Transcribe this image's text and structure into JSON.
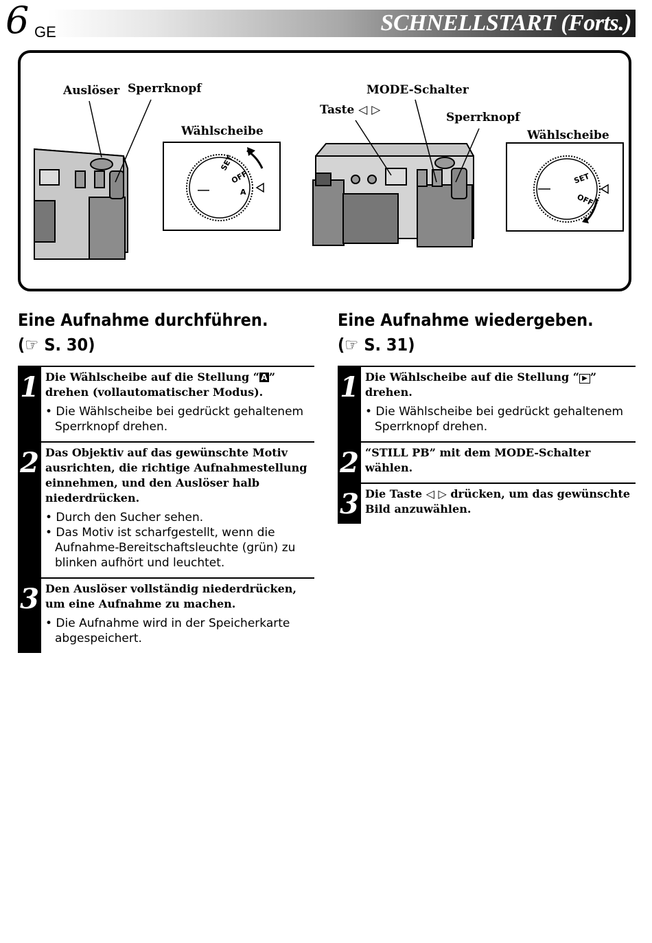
{
  "header": {
    "page_number": "6",
    "lang": "GE",
    "title": "SCHNELLSTART (Forts.)"
  },
  "diagram": {
    "labels": {
      "ausloeser": "Auslöser",
      "sperrknopf_left": "Sperrknopf",
      "waehlscheibe_left": "Wählscheibe",
      "mode_schalter": "MODE-Schalter",
      "taste": "Taste ◁ ▷",
      "sperrknopf_right": "Sperrknopf",
      "waehlscheibe_right": "Wählscheibe"
    },
    "dial_left": {
      "set": "SET",
      "off": "OFF",
      "a": "A"
    },
    "dial_right": {
      "set": "SET",
      "off": "OFF"
    }
  },
  "left": {
    "heading_line1": "Eine Aufnahme durchführen.",
    "heading_ref_icon": "☞",
    "heading_ref": "S. 30)",
    "heading_paren": "(",
    "steps": [
      {
        "num": "1",
        "title_pre": "Die Wählscheibe auf die Stellung “",
        "title_glyph": "A",
        "title_post": "” drehen (vollautomatischer Modus).",
        "bullets": [
          "• Die Wählscheibe bei gedrückt gehaltenem Sperrknopf drehen."
        ]
      },
      {
        "num": "2",
        "title": "Das Objektiv auf das gewünschte Motiv ausrichten, die richtige Aufnahmestellung einnehmen, und den Auslöser halb niederdrücken.",
        "bullets": [
          "• Durch den Sucher sehen.",
          "• Das Motiv ist scharfgestellt, wenn die Aufnahme-Bereitschaftsleuchte (grün) zu blinken aufhört und leuchtet."
        ]
      },
      {
        "num": "3",
        "title": "Den Auslöser vollständig niederdrücken, um eine Aufnahme zu machen.",
        "bullets": [
          "• Die Aufnahme wird in der Speicherkarte abgespeichert."
        ]
      }
    ]
  },
  "right": {
    "heading_line1": "Eine Aufnahme wiedergeben.",
    "heading_ref_icon": "☞",
    "heading_ref": "S. 31)",
    "heading_paren": "(",
    "steps": [
      {
        "num": "1",
        "title_pre": "Die Wählscheibe auf die Stellung “",
        "title_glyph": "▶",
        "title_post": "” drehen.",
        "bullets": [
          "• Die Wählscheibe bei gedrückt gehaltenem Sperrknopf drehen."
        ]
      },
      {
        "num": "2",
        "title": "“STILL PB” mit dem MODE-Schalter wählen.",
        "bullets": []
      },
      {
        "num": "3",
        "title": "Die Taste ◁ ▷ drücken, um das gewünschte Bild anzuwählen.",
        "bullets": []
      }
    ]
  }
}
